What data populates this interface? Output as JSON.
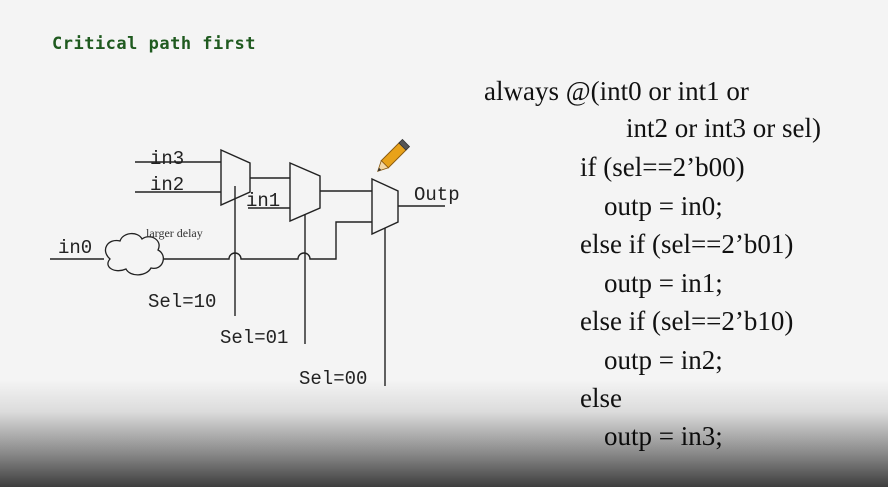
{
  "title": "Critical path first",
  "code_lines": [
    "always @(int0 or int1 or",
    "int2 or int3 or sel)",
    "if (sel==2’b00)",
    "outp = in0;",
    "else if (sel==2’b01)",
    "outp = in1;",
    "else if (sel==2’b10)",
    "outp = in2;",
    "else",
    "outp = in3;"
  ],
  "diagram": {
    "labels": {
      "in3": "in3",
      "in2": "in2",
      "in1": "in1",
      "in0": "in0",
      "outp": "Outp",
      "delay": "larger delay",
      "sel10": "Sel=10",
      "sel01": "Sel=01",
      "sel00": "Sel=00"
    }
  },
  "icons": {
    "pencil": "pencil-icon",
    "cloud": "delay-cloud-icon"
  },
  "colors": {
    "title": "#1f5a1f",
    "pencil_body": "#e8a21a",
    "pencil_tip": "#f3d7a5"
  }
}
